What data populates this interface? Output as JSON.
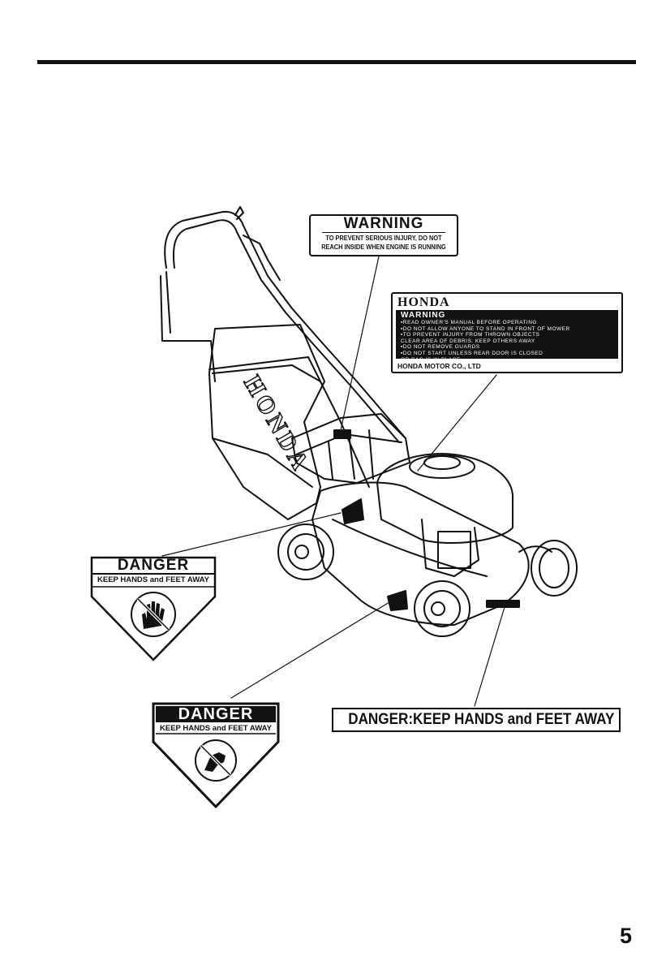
{
  "warning_top": {
    "heading": "WARNING",
    "line1": "TO PREVENT SERIOUS INJURY, DO NOT",
    "line2": "REACH INSIDE WHEN ENGINE IS RUNNING"
  },
  "honda_label": {
    "brand": "HONDA",
    "heading": "WARNING",
    "lines": [
      "▪READ OWNER'S MANUAL BEFORE OPERATING",
      "▪DO NOT ALLOW ANYONE TO STAND IN FRONT OF MOWER",
      "▪TO PREVENT INJURY FROM THROWN OBJECTS",
      "  CLEAR AREA OF DEBRIS. KEEP OTHERS AWAY",
      "▪DO NOT REMOVE GUARDS",
      "▪DO NOT START UNLESS REAR DOOR IS CLOSED",
      "  OR BAG IS IN PLACE"
    ],
    "footer": "HONDA MOTOR CO., LTD"
  },
  "danger_left": {
    "heading": "DANGER",
    "subtext": "KEEP HANDS and FEET AWAY"
  },
  "danger_bottom": {
    "heading": "DANGER",
    "subtext": "KEEP HANDS and FEET AWAY"
  },
  "strip_label": "DANGER:KEEP HANDS and FEET AWAY",
  "mower_decal": "HONDA",
  "page_number": "5",
  "icons": [
    "hand-prohibited-icon",
    "foot-prohibited-icon"
  ]
}
